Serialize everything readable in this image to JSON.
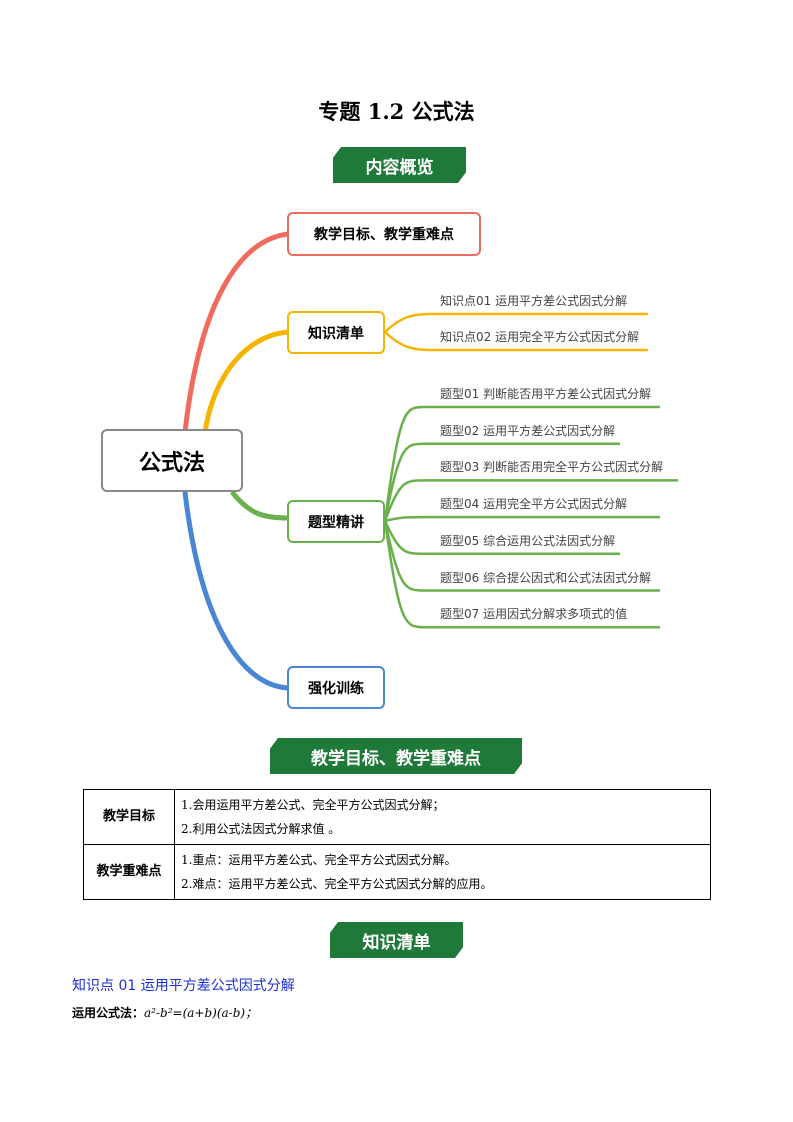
{
  "title": "专题 1.2  公式法",
  "banners": {
    "overview": "内容概览",
    "goals": "教学目标、教学重难点",
    "knowledge": "知识清单"
  },
  "mindmap": {
    "root": "公式法",
    "branches": [
      {
        "label": "教学目标、教学重难点",
        "color": "#f06b5d",
        "children": []
      },
      {
        "label": "知识清单",
        "color": "#f5b400",
        "children": [
          "知识点01 运用平方差公式因式分解",
          "知识点02 运用完全平方公式因式分解"
        ]
      },
      {
        "label": "题型精讲",
        "color": "#6ab04c",
        "children": [
          "题型01  判断能否用平方差公式因式分解",
          "题型02  运用平方差公式因式分解",
          "题型03  判断能否用完全平方公式因式分解",
          "题型04  运用完全平方公式因式分解",
          "题型05  综合运用公式法因式分解",
          "题型06  综合提公因式和公式法因式分解",
          "题型07  运用因式分解求多项式的值"
        ]
      },
      {
        "label": "强化训练",
        "color": "#4a86d4",
        "children": []
      }
    ]
  },
  "table": [
    {
      "header": "教学目标",
      "lines": [
        "1.会用运用平方差公式、完全平方公式因式分解；",
        "2.利用公式法因式分解求值  。"
      ]
    },
    {
      "header": "教学重难点",
      "lines": [
        "1.重点：运用平方差公式、完全平方公式因式分解。",
        "2.难点：运用平方差公式、完全平方公式因式分解的应用。"
      ]
    }
  ],
  "knowledge_point": "知识点 01  运用平方差公式因式分解",
  "formula": {
    "label": "运用公式法：",
    "expr": "a²-b²=(a+b)(a-b)；"
  }
}
